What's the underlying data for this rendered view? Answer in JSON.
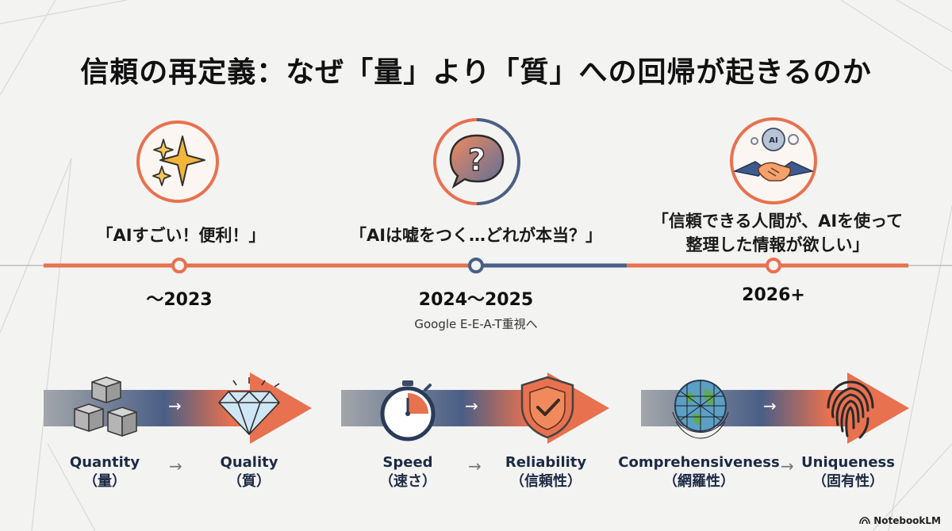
{
  "title": "信頼の再定義：なぜ「量」より「質」への回帰が起きるのか",
  "eras": [
    {
      "icon": "sparkle-icon",
      "quote_lines": [
        "「AIすごい！便利！」"
      ],
      "year": "〜2023",
      "note": ""
    },
    {
      "icon": "question-bubble-icon",
      "quote_lines": [
        "「AIは嘘をつく…どれが本当？」"
      ],
      "year": "2024〜2025",
      "note": "Google E-E-A-T重視へ"
    },
    {
      "icon": "handshake-ai-icon",
      "quote_lines": [
        "「信頼できる人間が、AIを使って",
        "整理した情報が欲しい」"
      ],
      "year": "2026+",
      "note": ""
    }
  ],
  "shifts": [
    {
      "from_icon": "boxes-icon",
      "to_icon": "diamond-icon",
      "from_label": "Quantity",
      "from_sub": "（量）",
      "to_label": "Quality",
      "to_sub": "（質）"
    },
    {
      "from_icon": "stopwatch-icon",
      "to_icon": "shield-check-icon",
      "from_label": "Speed",
      "from_sub": "（速さ）",
      "to_label": "Reliability",
      "to_sub": "（信頼性）"
    },
    {
      "from_icon": "globe-net-icon",
      "to_icon": "fingerprint-icon",
      "from_label": "Comprehensiveness",
      "from_sub": "（網羅性）",
      "to_label": "Uniqueness",
      "to_sub": "（固有性）"
    }
  ],
  "arrow_glyph": "→",
  "brand": "NotebookLM",
  "colors": {
    "accent": "#e8714f",
    "navy": "#4a5f86",
    "gray": "#a3a6aa"
  }
}
